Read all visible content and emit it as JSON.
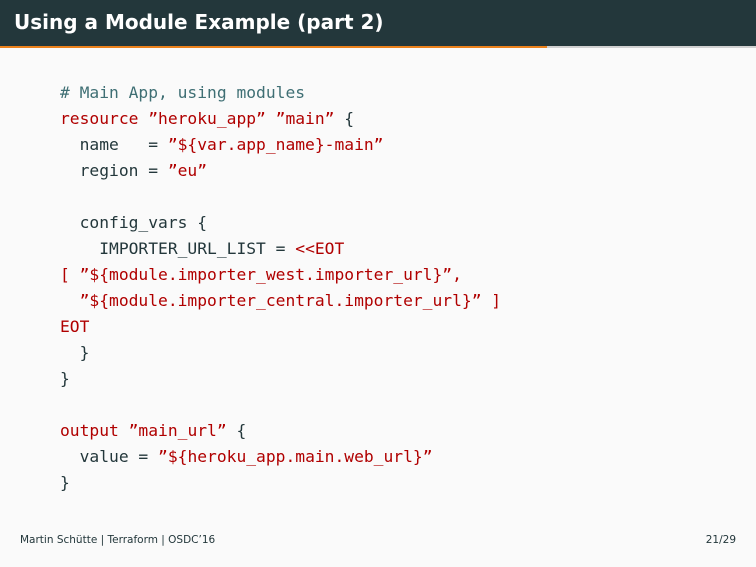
{
  "slide": {
    "title": "Using a Module Example (part 2)",
    "progress": 0.7241
  },
  "code": {
    "l01": "# Main App, using modules",
    "l02_kw": "resource",
    "l02_str": " ”heroku_app” ”main”",
    "l02_rest": " {",
    "l03_a": "  name   = ",
    "l03_str": "”${var.app_name}-main”",
    "l04_a": "  region = ",
    "l04_str": "”eu”",
    "l05": "",
    "l06": "  config_vars {",
    "l07_a": "    IMPORTER_URL_LIST = ",
    "l07_str": "<<EOT",
    "l08": "[ ”${module.importer_west.importer_url}”,",
    "l09": "  ”${module.importer_central.importer_url}” ]",
    "l10": "EOT",
    "l11": "  }",
    "l12": "}",
    "l13": "",
    "l14_kw": "output",
    "l14_str": " ”main_url”",
    "l14_rest": " {",
    "l15_a": "  value = ",
    "l15_str": "”${heroku_app.main.web_url}”",
    "l16": "}"
  },
  "footer": {
    "text": "Martin Schütte | Terraform | OSDC’16",
    "page": "21/29"
  },
  "colors": {
    "titlebar": "#23373b",
    "accent": "#eb811b",
    "keyword": "#b00000",
    "comment": "#3f6f74"
  }
}
